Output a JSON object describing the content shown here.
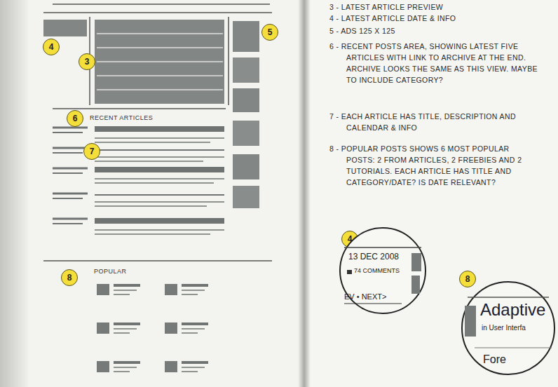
{
  "diagram": {
    "nodes": [
      {
        "text": [
          "13 DEC 2008",
          "74 COMMENTS",
          "EV • NEXT>"
        ]
      },
      {
        "text": [
          "Adaptive",
          "in User Interfa",
          "Fore"
        ]
      }
    ],
    "labels": [
      "4",
      "3",
      "5",
      "6",
      "RECENT ARTICLES",
      "7",
      "8",
      "POPULAR",
      "3 - LATEST ARTICLE PREVIEW",
      "4 - LATEST ARTICLE DATE & INFO",
      "5 - ADS 125 X 125",
      "6 - RECENT POSTS AREA, SHOWING LATEST FIVE ARTICLES WITH LINK TO ARCHIVE AT THE END. ARCHIVE LOOKS THE SAME AS THIS VIEW. MAYBE TO INCLUDE CATEGORY?",
      "7 - EACH ARTICLE HAS TITLE, DESCRIPTION AND CALENDAR & INFO",
      "8 - POPULAR POSTS SHOWS 6 MOST POPULAR POSTS: 2 FROM ARTICLES, 2 FREEBIES AND 2 TUTORIALS. EACH ARTICLE HAS TITLE AND CATEGORY/DATE? IS DATE RELEVANT?",
      "4",
      "8"
    ]
  }
}
